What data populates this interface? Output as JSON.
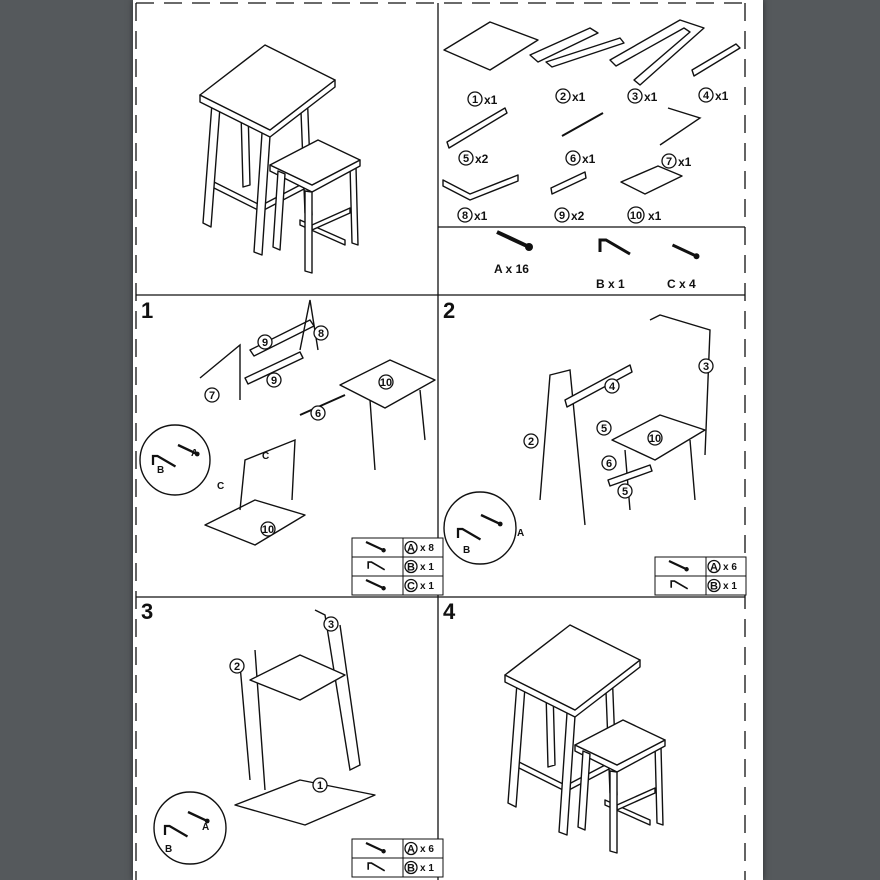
{
  "parts": [
    {
      "num": "1",
      "qty": "x1"
    },
    {
      "num": "2",
      "qty": "x1"
    },
    {
      "num": "3",
      "qty": "x1"
    },
    {
      "num": "4",
      "qty": "x1"
    },
    {
      "num": "5",
      "qty": "x2"
    },
    {
      "num": "6",
      "qty": "x1"
    },
    {
      "num": "7",
      "qty": "x1"
    },
    {
      "num": "8",
      "qty": "x1"
    },
    {
      "num": "9",
      "qty": "x2"
    },
    {
      "num": "10",
      "qty": "x1"
    }
  ],
  "hardware": [
    {
      "label": "A x 16"
    },
    {
      "label": "B x 1"
    },
    {
      "label": "C x 4"
    }
  ],
  "steps": [
    {
      "number": "1",
      "labels": [
        "9",
        "8",
        "9",
        "7",
        "10",
        "6",
        "10",
        "A",
        "B",
        "C",
        "C"
      ],
      "table": [
        {
          "code": "A",
          "qty": "x 8"
        },
        {
          "code": "B",
          "qty": "x 1"
        },
        {
          "code": "C",
          "qty": "x 1"
        }
      ]
    },
    {
      "number": "2",
      "labels": [
        "3",
        "4",
        "2",
        "5",
        "10",
        "6",
        "5",
        "A",
        "B"
      ],
      "table": [
        {
          "code": "A",
          "qty": "x 6"
        },
        {
          "code": "B",
          "qty": "x 1"
        }
      ]
    },
    {
      "number": "3",
      "labels": [
        "3",
        "2",
        "1",
        "A",
        "B"
      ],
      "table": [
        {
          "code": "A",
          "qty": "x 6"
        },
        {
          "code": "B",
          "qty": "x 1"
        }
      ]
    },
    {
      "number": "4"
    }
  ]
}
